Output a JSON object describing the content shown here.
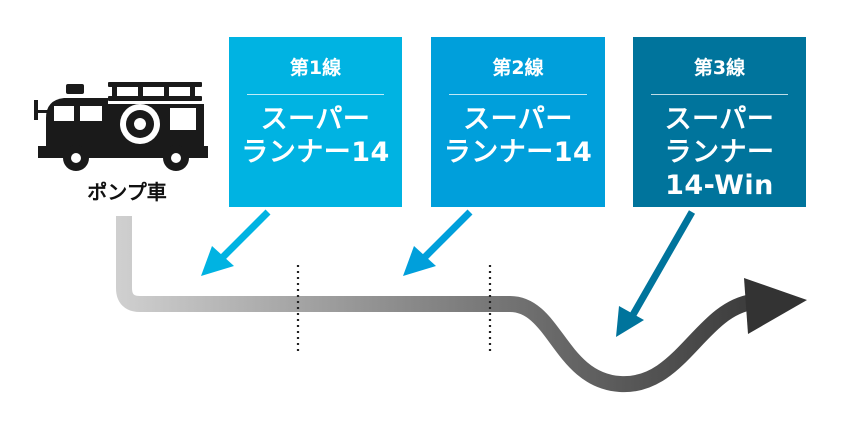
{
  "vehicle": {
    "label": "ポンプ車"
  },
  "lines": [
    {
      "label": "第1線",
      "hose": [
        "スーパー",
        "ランナー14"
      ],
      "color": "#00b3e2"
    },
    {
      "label": "第2線",
      "hose": [
        "スーパー",
        "ランナー14"
      ],
      "color": "#009fdb"
    },
    {
      "label": "第3線",
      "hose": [
        "スーパー",
        "ランナー",
        "14-Win"
      ],
      "color": "#00749c"
    }
  ],
  "colors": {
    "hose_start": "#cfcfcf",
    "hose_end": "#3a3a3a",
    "truck": "#1a1a1a"
  }
}
